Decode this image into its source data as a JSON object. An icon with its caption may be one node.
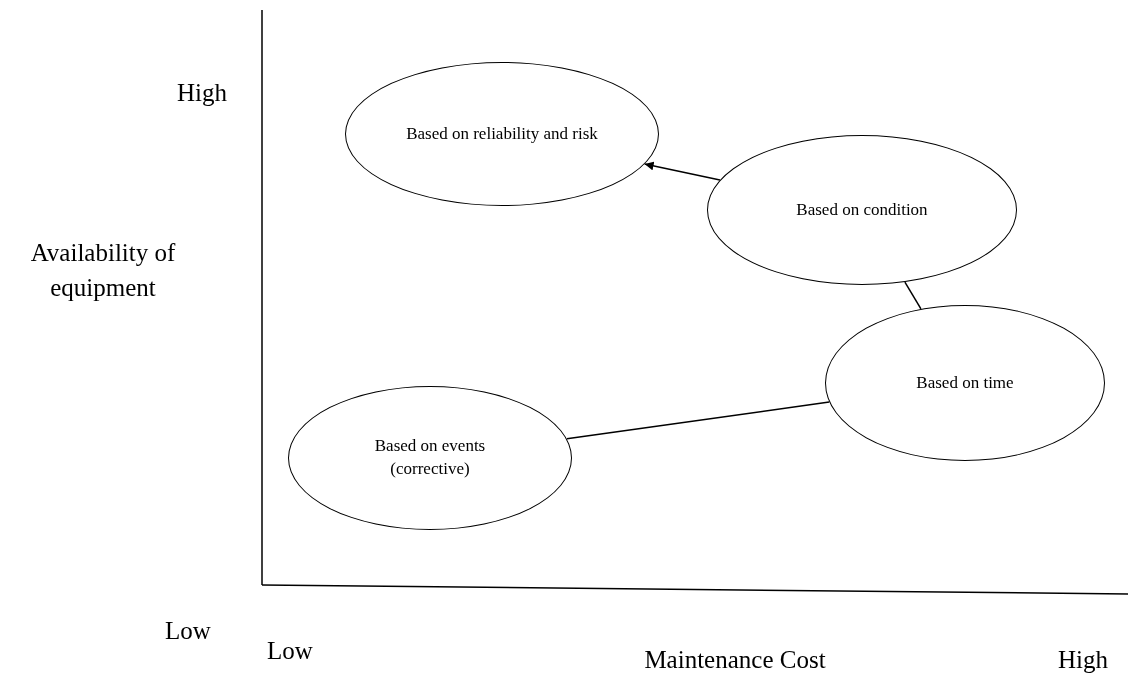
{
  "diagram": {
    "nodes": [
      {
        "text": [
          "Based on reliability and risk"
        ]
      },
      {
        "text": [
          "Based on condition"
        ]
      },
      {
        "text": [
          "Based on time"
        ]
      },
      {
        "text": [
          "Based on events (corrective)"
        ]
      }
    ],
    "edges": [
      {
        "from": 3,
        "to": 2,
        "arrow": "none"
      },
      {
        "from": 2,
        "to": 1,
        "arrow": "none"
      },
      {
        "from": 1,
        "to": 0,
        "arrow": "to"
      }
    ],
    "labels": [
      "High",
      "Availability of equipment",
      "Low",
      "Low",
      "Maintenance Cost",
      "High"
    ]
  }
}
